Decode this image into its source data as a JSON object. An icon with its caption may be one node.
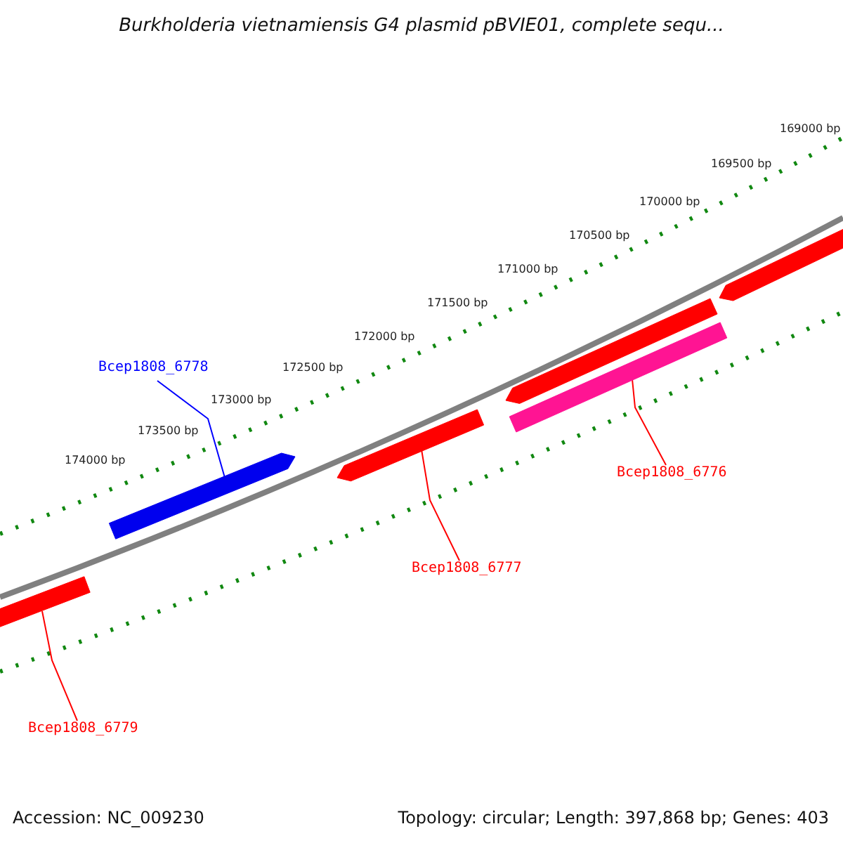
{
  "diagram": {
    "title": "Burkholderia vietnamiensis G4 plasmid pBVIE01, complete sequ...",
    "nodes": [
      {
        "text": [
          "Bcep1808_6778"
        ]
      },
      {
        "text": [],
        "shape": "bar"
      },
      {
        "text": [],
        "shape": "bar"
      },
      {
        "text": [],
        "shape": "bar"
      },
      {
        "text": [],
        "shape": "bar"
      },
      {
        "text": [],
        "shape": "bar"
      },
      {
        "text": [
          "Bcep1808_6776"
        ]
      },
      {
        "text": [
          "Bcep1808_6777"
        ]
      },
      {
        "text": [],
        "shape": "bar"
      },
      {
        "text": [
          "Bcep1808_6779"
        ]
      }
    ],
    "edges": [
      {
        "from": 0,
        "to": 1,
        "arrow": "none",
        "color": "#0000ff"
      },
      {
        "from": 6,
        "to": 5,
        "arrow": "none"
      },
      {
        "from": 7,
        "to": 2,
        "arrow": "none"
      },
      {
        "from": 9,
        "to": 8,
        "arrow": "none"
      }
    ],
    "labels": [
      "169000 bp",
      "169500 bp",
      "170000 bp",
      "170500 bp",
      "171000 bp",
      "171500 bp",
      "172000 bp",
      "172500 bp",
      "173000 bp",
      "173500 bp",
      "174000 bp",
      "Accession: NC_009230",
      "Topology: circular; Length: 397,868 bp; Genes: 403"
    ]
  }
}
